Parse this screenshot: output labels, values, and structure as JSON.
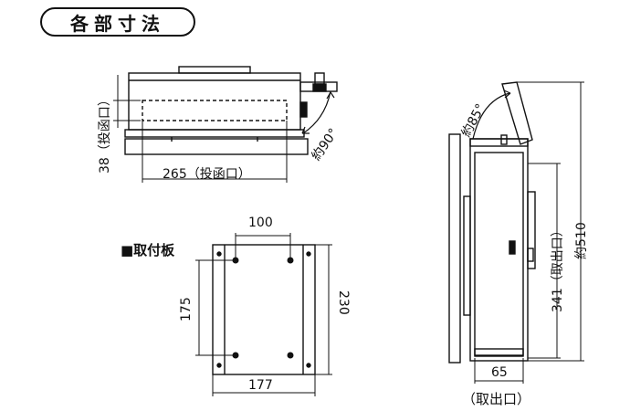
{
  "title": "各部寸法",
  "top_view": {
    "slot_height_label": "38（投函口）",
    "slot_width_label": "265（投函口）",
    "lid_angle_label": "約90°"
  },
  "side_view": {
    "lid_angle_label": "約85°",
    "depth_label": "約510",
    "outlet_label": "341（取出口）",
    "outlet_width_label": "65",
    "outlet_caption": "（取出口）"
  },
  "mount_plate": {
    "label": "■取付板",
    "hole_spacing_x": "100",
    "hole_spacing_y": "175",
    "height": "230",
    "width": "177"
  }
}
